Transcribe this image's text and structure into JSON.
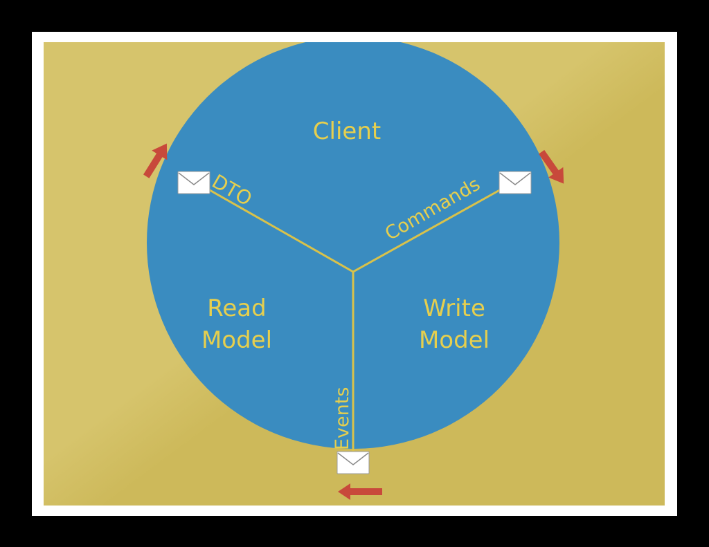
{
  "colors": {
    "background": "#000000",
    "frame": "#ffffff",
    "slide": "#cdb95a",
    "slide_highlight": "#d6c46c",
    "circle": "#3a8cc0",
    "line": "#d9c24a",
    "text": "#e6cf4e",
    "arrow": "#c8493b",
    "envelope": "#ffffff"
  },
  "diagram": {
    "client_label": "Client",
    "read_model_label": [
      "Read",
      "Model"
    ],
    "write_model_label": [
      "Write",
      "Model"
    ],
    "dto_label": "DTO",
    "commands_label": "Commands",
    "events_label": "Events"
  }
}
